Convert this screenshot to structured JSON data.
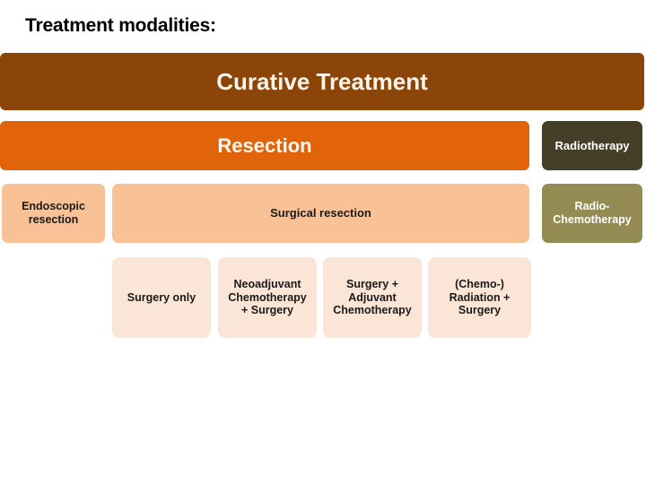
{
  "title": "Treatment modalities:",
  "colors": {
    "curative": "#8C4508",
    "resection": "#E1640A",
    "radiotherapy": "#453F27",
    "radiochemotherapy": "#948B52",
    "level3_fill": "#F8C296",
    "level4_fill": "#FBE5D6",
    "background": "#FFFFFF",
    "light_text": "#FDF5EC",
    "dark_text": "#1A1A1A"
  },
  "hierarchy": {
    "level1": {
      "label": "Curative Treatment"
    },
    "level2": {
      "resection": "Resection",
      "radiotherapy": "Radiotherapy"
    },
    "level3": {
      "endoscopic": {
        "line1": "Endoscopic",
        "line2": "resection"
      },
      "surgical": "Surgical resection",
      "radiochemotherapy": {
        "line1": "Radio-",
        "line2": "Chemotherapy"
      }
    },
    "level4": [
      {
        "line1": "Surgery only",
        "line2": "",
        "line3": ""
      },
      {
        "line1": "Neoadjuvant",
        "line2": "Chemotherapy",
        "line3": "+ Surgery"
      },
      {
        "line1": "Surgery +",
        "line2": "Adjuvant",
        "line3": "Chemotherapy"
      },
      {
        "line1": "(Chemo-)",
        "line2": "Radiation +",
        "line3": "Surgery"
      }
    ]
  }
}
